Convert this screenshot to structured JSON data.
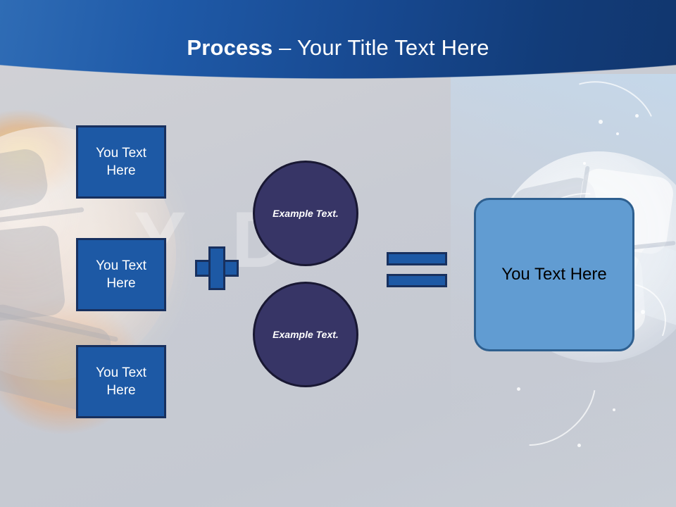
{
  "slide": {
    "title": {
      "strong": "Process",
      "rest": " – Your Title Text Here"
    },
    "watermark": "YD"
  },
  "colors": {
    "header_blue_light": "#2f6cb5",
    "header_blue_dark": "#11366e",
    "box_fill": "#1d59a5",
    "box_border": "#18305e",
    "circle_fill": "#373566",
    "circle_border": "#191833",
    "result_fill": "#619cd2",
    "result_border": "#2e5f8f",
    "background": "#c9ccd4",
    "title_text": "#ffffff",
    "result_text": "#000000"
  },
  "diagram": {
    "inputs": [
      {
        "label": "You Text Here"
      },
      {
        "label": "You Text Here"
      },
      {
        "label": "You Text Here"
      }
    ],
    "operator_plus": "+",
    "operator_equals": "=",
    "circles": [
      {
        "label": "Example Text."
      },
      {
        "label": "Example Text."
      }
    ],
    "result": {
      "label": "You Text Here"
    }
  }
}
